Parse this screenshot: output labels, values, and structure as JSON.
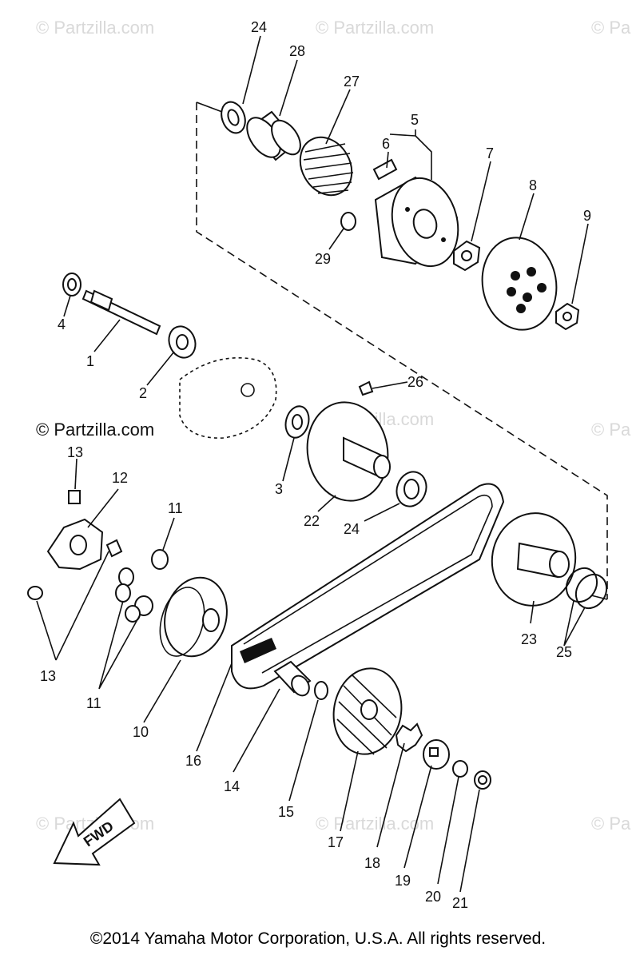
{
  "watermarks": {
    "top_left": "© Partzilla.com",
    "top_center": "© Partzilla.com",
    "top_right": "© Pa",
    "mid_left": "© Partzilla.com",
    "mid_center": "© Partzilla.com",
    "mid_right": "© Pa",
    "bottom_left": "© Partzilla.com",
    "bottom_center": "© Partzilla.com",
    "bottom_right": "© Pa"
  },
  "fwd_label": "FWD",
  "callouts": {
    "c1": "1",
    "c2": "2",
    "c3": "3",
    "c4": "4",
    "c5": "5",
    "c6": "6",
    "c7": "7",
    "c8": "8",
    "c9": "9",
    "c10": "10",
    "c11a": "11",
    "c11b": "11",
    "c12": "12",
    "c13a": "13",
    "c13b": "13",
    "c14": "14",
    "c15": "15",
    "c16": "16",
    "c17": "17",
    "c18": "18",
    "c19": "19",
    "c20": "20",
    "c21": "21",
    "c22": "22",
    "c23": "23",
    "c24a": "24",
    "c24b": "24",
    "c25": "25",
    "c26": "26",
    "c27": "27",
    "c28": "28",
    "c29": "29"
  },
  "copyright": "©2014  Yamaha Motor Corporation, U.S.A. All rights reserved."
}
